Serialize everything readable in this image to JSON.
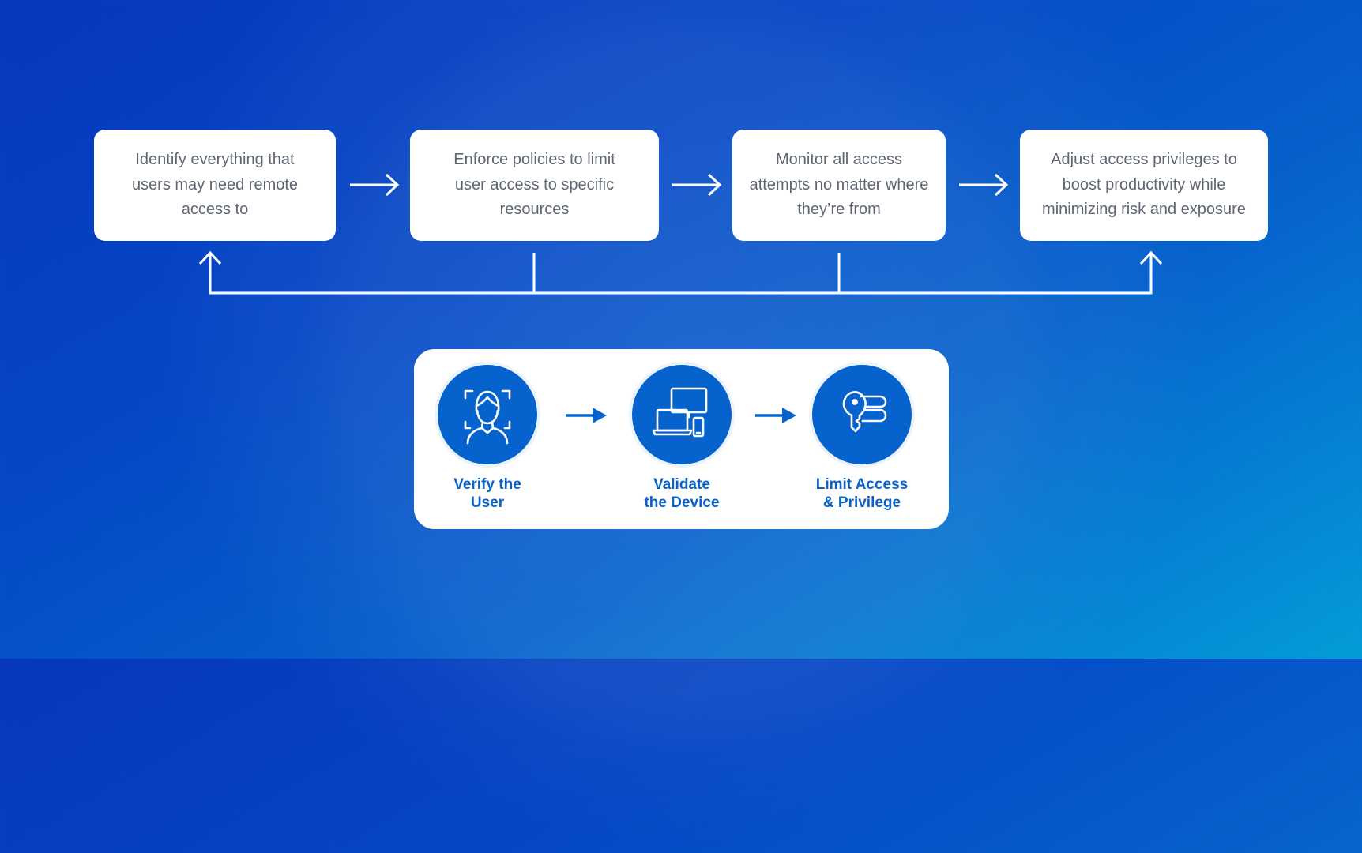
{
  "colors": {
    "background_start": "#0637bd",
    "background_end": "#049cd8",
    "box": "#ffffff",
    "box_text": "#5f6672",
    "accent_blue": "#0662cc",
    "label_blue": "#0a62c9"
  },
  "steps": [
    {
      "text": "Identify everything that users may need remote access to"
    },
    {
      "text": "Enforce policies to limit user access to specific resources"
    },
    {
      "text": "Monitor all access attempts no matter where they’re from"
    },
    {
      "text": "Adjust access privileges to boost productivity while minimizing risk and exposure"
    }
  ],
  "flow": [
    {
      "icon": "user-face-scan-icon",
      "label_line1": "Verify the",
      "label_line2": "User"
    },
    {
      "icon": "devices-icon",
      "label_line1": "Validate",
      "label_line2": "the Device"
    },
    {
      "icon": "key-privilege-icon",
      "label_line1": "Limit Access",
      "label_line2": "& Privilege"
    }
  ]
}
